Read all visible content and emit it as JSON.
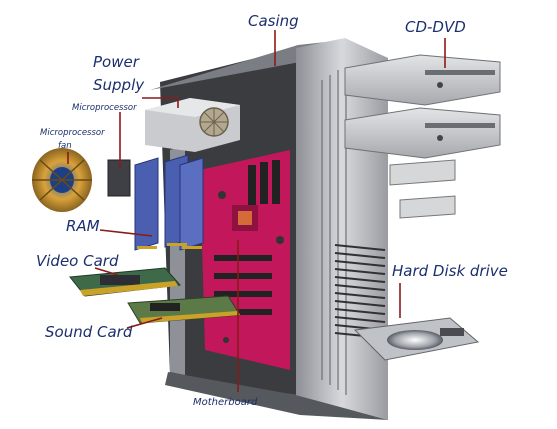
{
  "labels": {
    "casing": "Casing",
    "cd_dvd": "CD-DVD",
    "power_supply_line1": "Power",
    "power_supply_line2": "Supply",
    "microprocessor": "Microprocessor",
    "microprocessor_fan_line1": "Microprocessor",
    "microprocessor_fan_line2": "fan",
    "ram": "RAM",
    "video_card": "Video Card",
    "sound_card": "Sound Card",
    "hard_disk_drive": "Hard Disk drive",
    "motherboard": "Motherboard"
  },
  "colors": {
    "label_text": "#1a2f6e",
    "leader_line": "#8b1a1a",
    "case_metal": "#b9bcc2",
    "motherboard": "#c2185b",
    "ram_module": "#4a5fb0",
    "background": "#ffffff"
  }
}
